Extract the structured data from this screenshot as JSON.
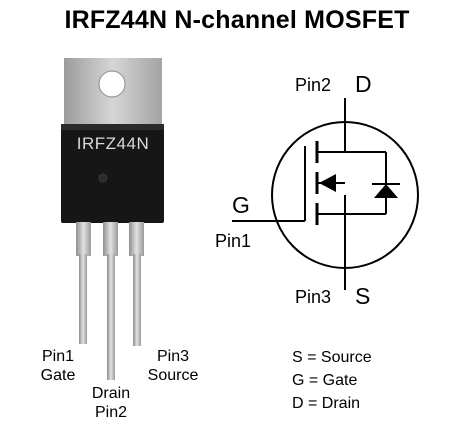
{
  "title": "IRFZ44N N-channel MOSFET",
  "package": {
    "marking": "IRFZ44N",
    "pins": [
      {
        "line1": "Pin1",
        "line2": "Gate"
      },
      {
        "line1": "Drain",
        "line2": "Pin2"
      },
      {
        "line1": "Pin3",
        "line2": "Source"
      }
    ]
  },
  "symbol": {
    "drain_pin": "Pin2",
    "drain_letter": "D",
    "gate_letter": "G",
    "gate_pin": "Pin1",
    "source_pin": "Pin3",
    "source_letter": "S"
  },
  "legend": [
    "S = Source",
    "G = Gate",
    "D = Drain"
  ],
  "colors": {
    "metal_tab": "#b9b9b9",
    "body": "#151515",
    "leads": "#bdbdbd",
    "line": "#000000"
  }
}
